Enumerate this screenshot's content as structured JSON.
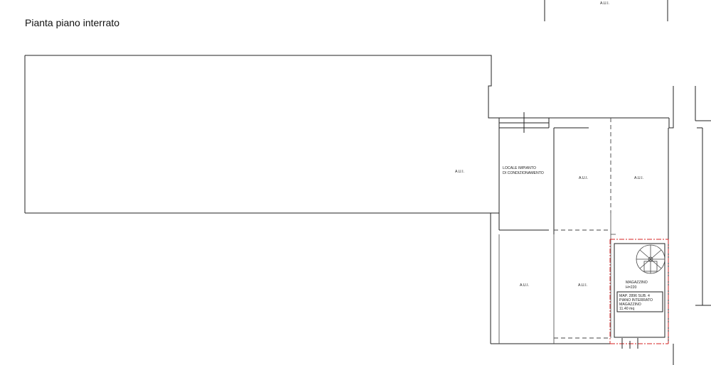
{
  "title": "Pianta piano interrato",
  "rooms": {
    "top_strip": "A.U.I.",
    "main_hall": "A.U.I.",
    "locale_line1": "LOCALE IMPIANTO",
    "locale_line2": "DI CONDIZIONAMENTO",
    "mid_upper": "A.U.I.",
    "right_upper": "A.U.I.",
    "left_lower": "A.U.I.",
    "mid_lower": "A.U.I.",
    "magazzino_line1": "MAGAZZINO",
    "magazzino_line2": "H=220"
  },
  "parcel_box": {
    "line1": "MAP. 2896 SUB. 4",
    "line2": "PIANO INTERRATO",
    "line3": "MAGAZZINO",
    "line4": "11.40 mq"
  },
  "colors": {
    "boundary": "#d42020",
    "walls": "#222222"
  }
}
